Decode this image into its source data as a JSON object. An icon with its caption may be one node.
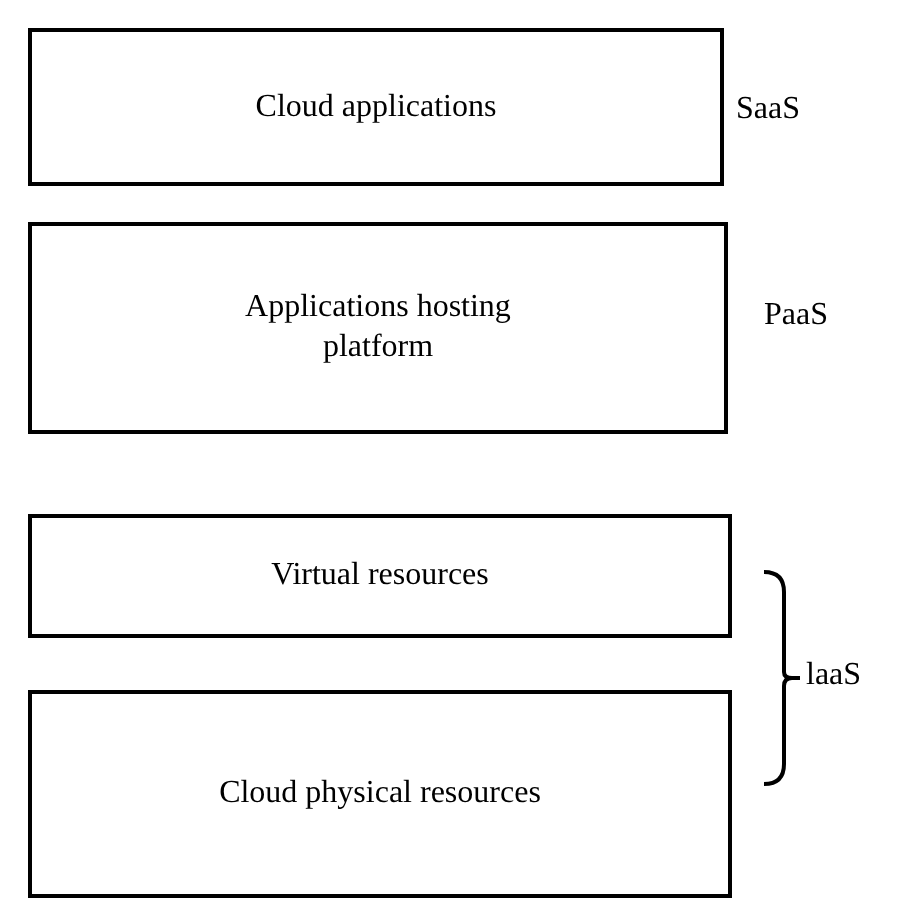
{
  "diagram": {
    "nodes": [
      {
        "text": [
          "Cloud applications"
        ],
        "beside": [
          "SaaS"
        ]
      },
      {
        "text": [
          "Applications hosting platform"
        ],
        "beside": [
          "PaaS"
        ]
      },
      {
        "text": [
          "Virtual resources"
        ]
      },
      {
        "text": [
          "Cloud physical resources"
        ]
      }
    ],
    "labels": [
      "laaS"
    ]
  }
}
